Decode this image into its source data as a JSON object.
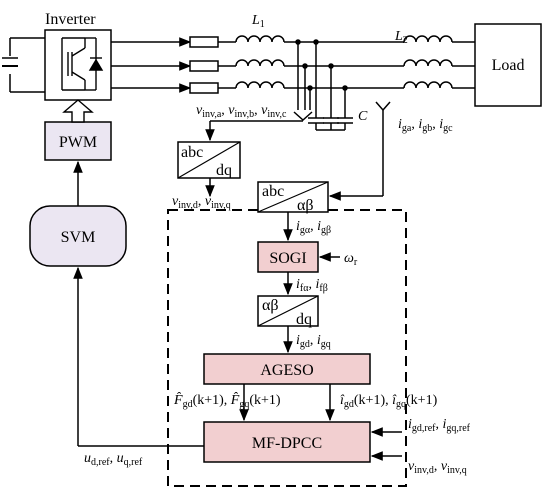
{
  "colors": {
    "line": "#000000",
    "pink_block": "#f2cfd0",
    "lavender_block": "#ebe6f2",
    "white_block": "#ffffff"
  },
  "labels": {
    "inverter": "Inverter",
    "load": "Load",
    "l1": "L1",
    "l2": "L2",
    "cap": "C",
    "pwm": "PWM",
    "svm": "SVM",
    "abc_dq_top": "abc",
    "abc_dq_bottom": "dq",
    "abc_ab_top": "abc",
    "abc_ab_bottom": "αβ",
    "ab_dq_top": "αβ",
    "ab_dq_bottom": "dq",
    "sogi": "SOGI",
    "omega": "ωr",
    "ageso": "AGESO",
    "mfdpcc": "MF-DPCC",
    "v_inv_abc": "vinv,a, vinv,b, vinv,c",
    "v_inv_dq": "vinv,d, vinv,q",
    "i_g_abc": "iga, igb, igc",
    "i_g_ab": "igα, igβ",
    "i_f_ab": "ifα, ifβ",
    "i_g_dq": "igd, igq",
    "f_hat": "F̂gd(k+1), F̂gq(k+1)",
    "i_hat": "îgd(k+1), îgq(k+1)",
    "i_ref": "igd,ref, igq,ref",
    "v_inv_dq_in": "vinv,d, vinv,q",
    "u_ref": "ud,ref, uq,ref"
  }
}
